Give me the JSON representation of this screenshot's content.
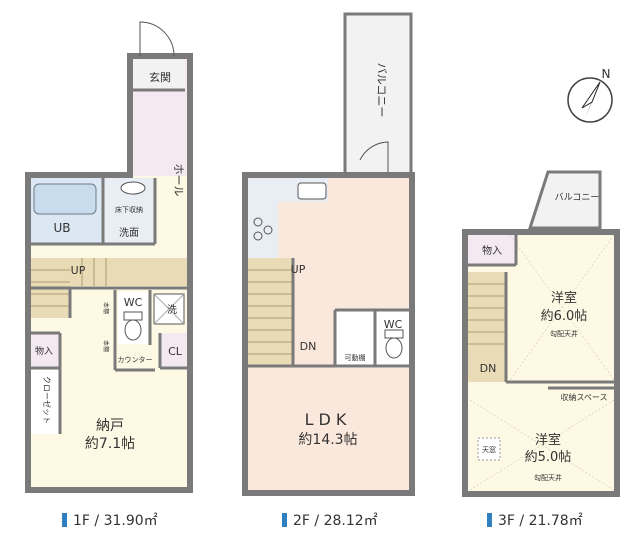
{
  "floors": [
    {
      "caption": "1F / 31.90㎡",
      "rooms": {
        "entrance": "玄関",
        "hall": "ホール",
        "bath": "UB",
        "underfloor_storage": "床下収納",
        "washroom": "洗面",
        "stairs_up": "UP",
        "wc": "WC",
        "washing_machine": "洗",
        "counter": "カウンター",
        "storage_left": "物入",
        "shelf_a": "本棚",
        "shelf_b": "本棚",
        "closet_room": "CL",
        "walkin_closet": "クローゼット",
        "storeroom": "納戸",
        "storeroom_size": "約7.1帖"
      }
    },
    {
      "caption": "2F / 28.12㎡",
      "rooms": {
        "balcony": "バルコニー",
        "stairs_up": "UP",
        "stairs_down": "DN",
        "wc": "WC",
        "movable_shelf": "可動棚",
        "ldk": "LDK",
        "ldk_size": "約14.3帖"
      }
    },
    {
      "caption": "3F / 21.78㎡",
      "rooms": {
        "balcony": "バルコニー",
        "storage": "物入",
        "western_room_1": "洋室",
        "western_room_1_size": "約6.0帖",
        "sloped_ceiling_1": "勾配天井",
        "stairs_down": "DN",
        "storage_space": "収納スペース",
        "skylight": "天窓",
        "western_room_2": "洋室",
        "western_room_2_size": "約5.0帖",
        "sloped_ceiling_2": "勾配天井"
      }
    }
  ],
  "compass": {
    "label": "N",
    "icon": "north-arrow-icon"
  },
  "colors": {
    "wall": "#7a7a7a",
    "storeroom_floor": "#fdf9e4",
    "ldk_floor": "#fbe8dd",
    "bath_floor": "#dbe8f4",
    "hall_floor": "#f4e9f0",
    "stairs_floor": "#eadbb7",
    "balcony_floor": "#f2f2f2",
    "caption_mark": "#2f7fc1"
  }
}
